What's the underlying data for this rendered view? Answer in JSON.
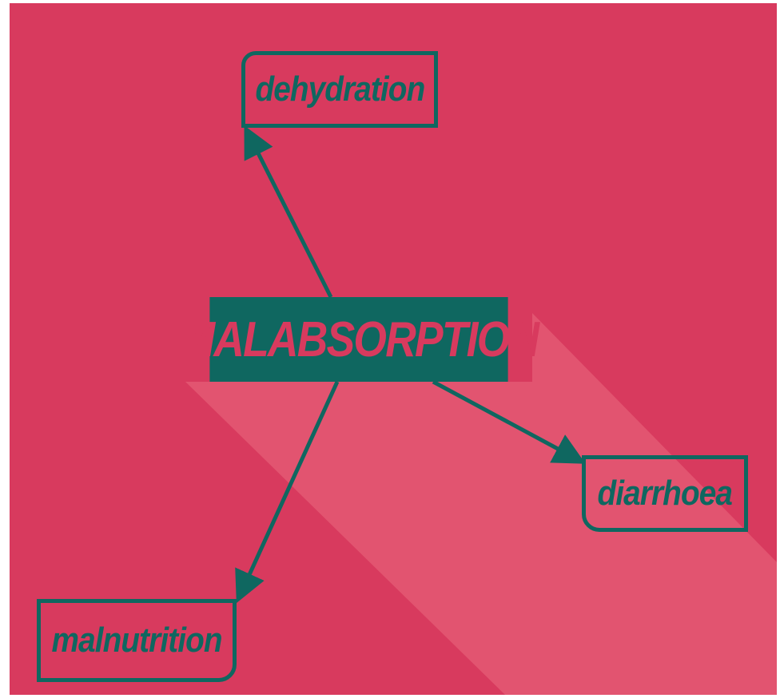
{
  "diagram": {
    "center": {
      "label": "MALABSORPTION"
    },
    "nodes": [
      {
        "id": "dehydration",
        "label": "dehydration"
      },
      {
        "id": "diarrhoea",
        "label": "diarrhoea"
      },
      {
        "id": "malnutrition",
        "label": "malnutrition"
      }
    ],
    "edges": [
      {
        "from": "MALABSORPTION",
        "to": "dehydration"
      },
      {
        "from": "MALABSORPTION",
        "to": "diarrhoea"
      },
      {
        "from": "MALABSORPTION",
        "to": "malnutrition"
      }
    ],
    "colors": {
      "background": "#d83a5e",
      "background_light": "#e25470",
      "accent": "#0f6760",
      "center_text": "#d83a5e"
    }
  }
}
